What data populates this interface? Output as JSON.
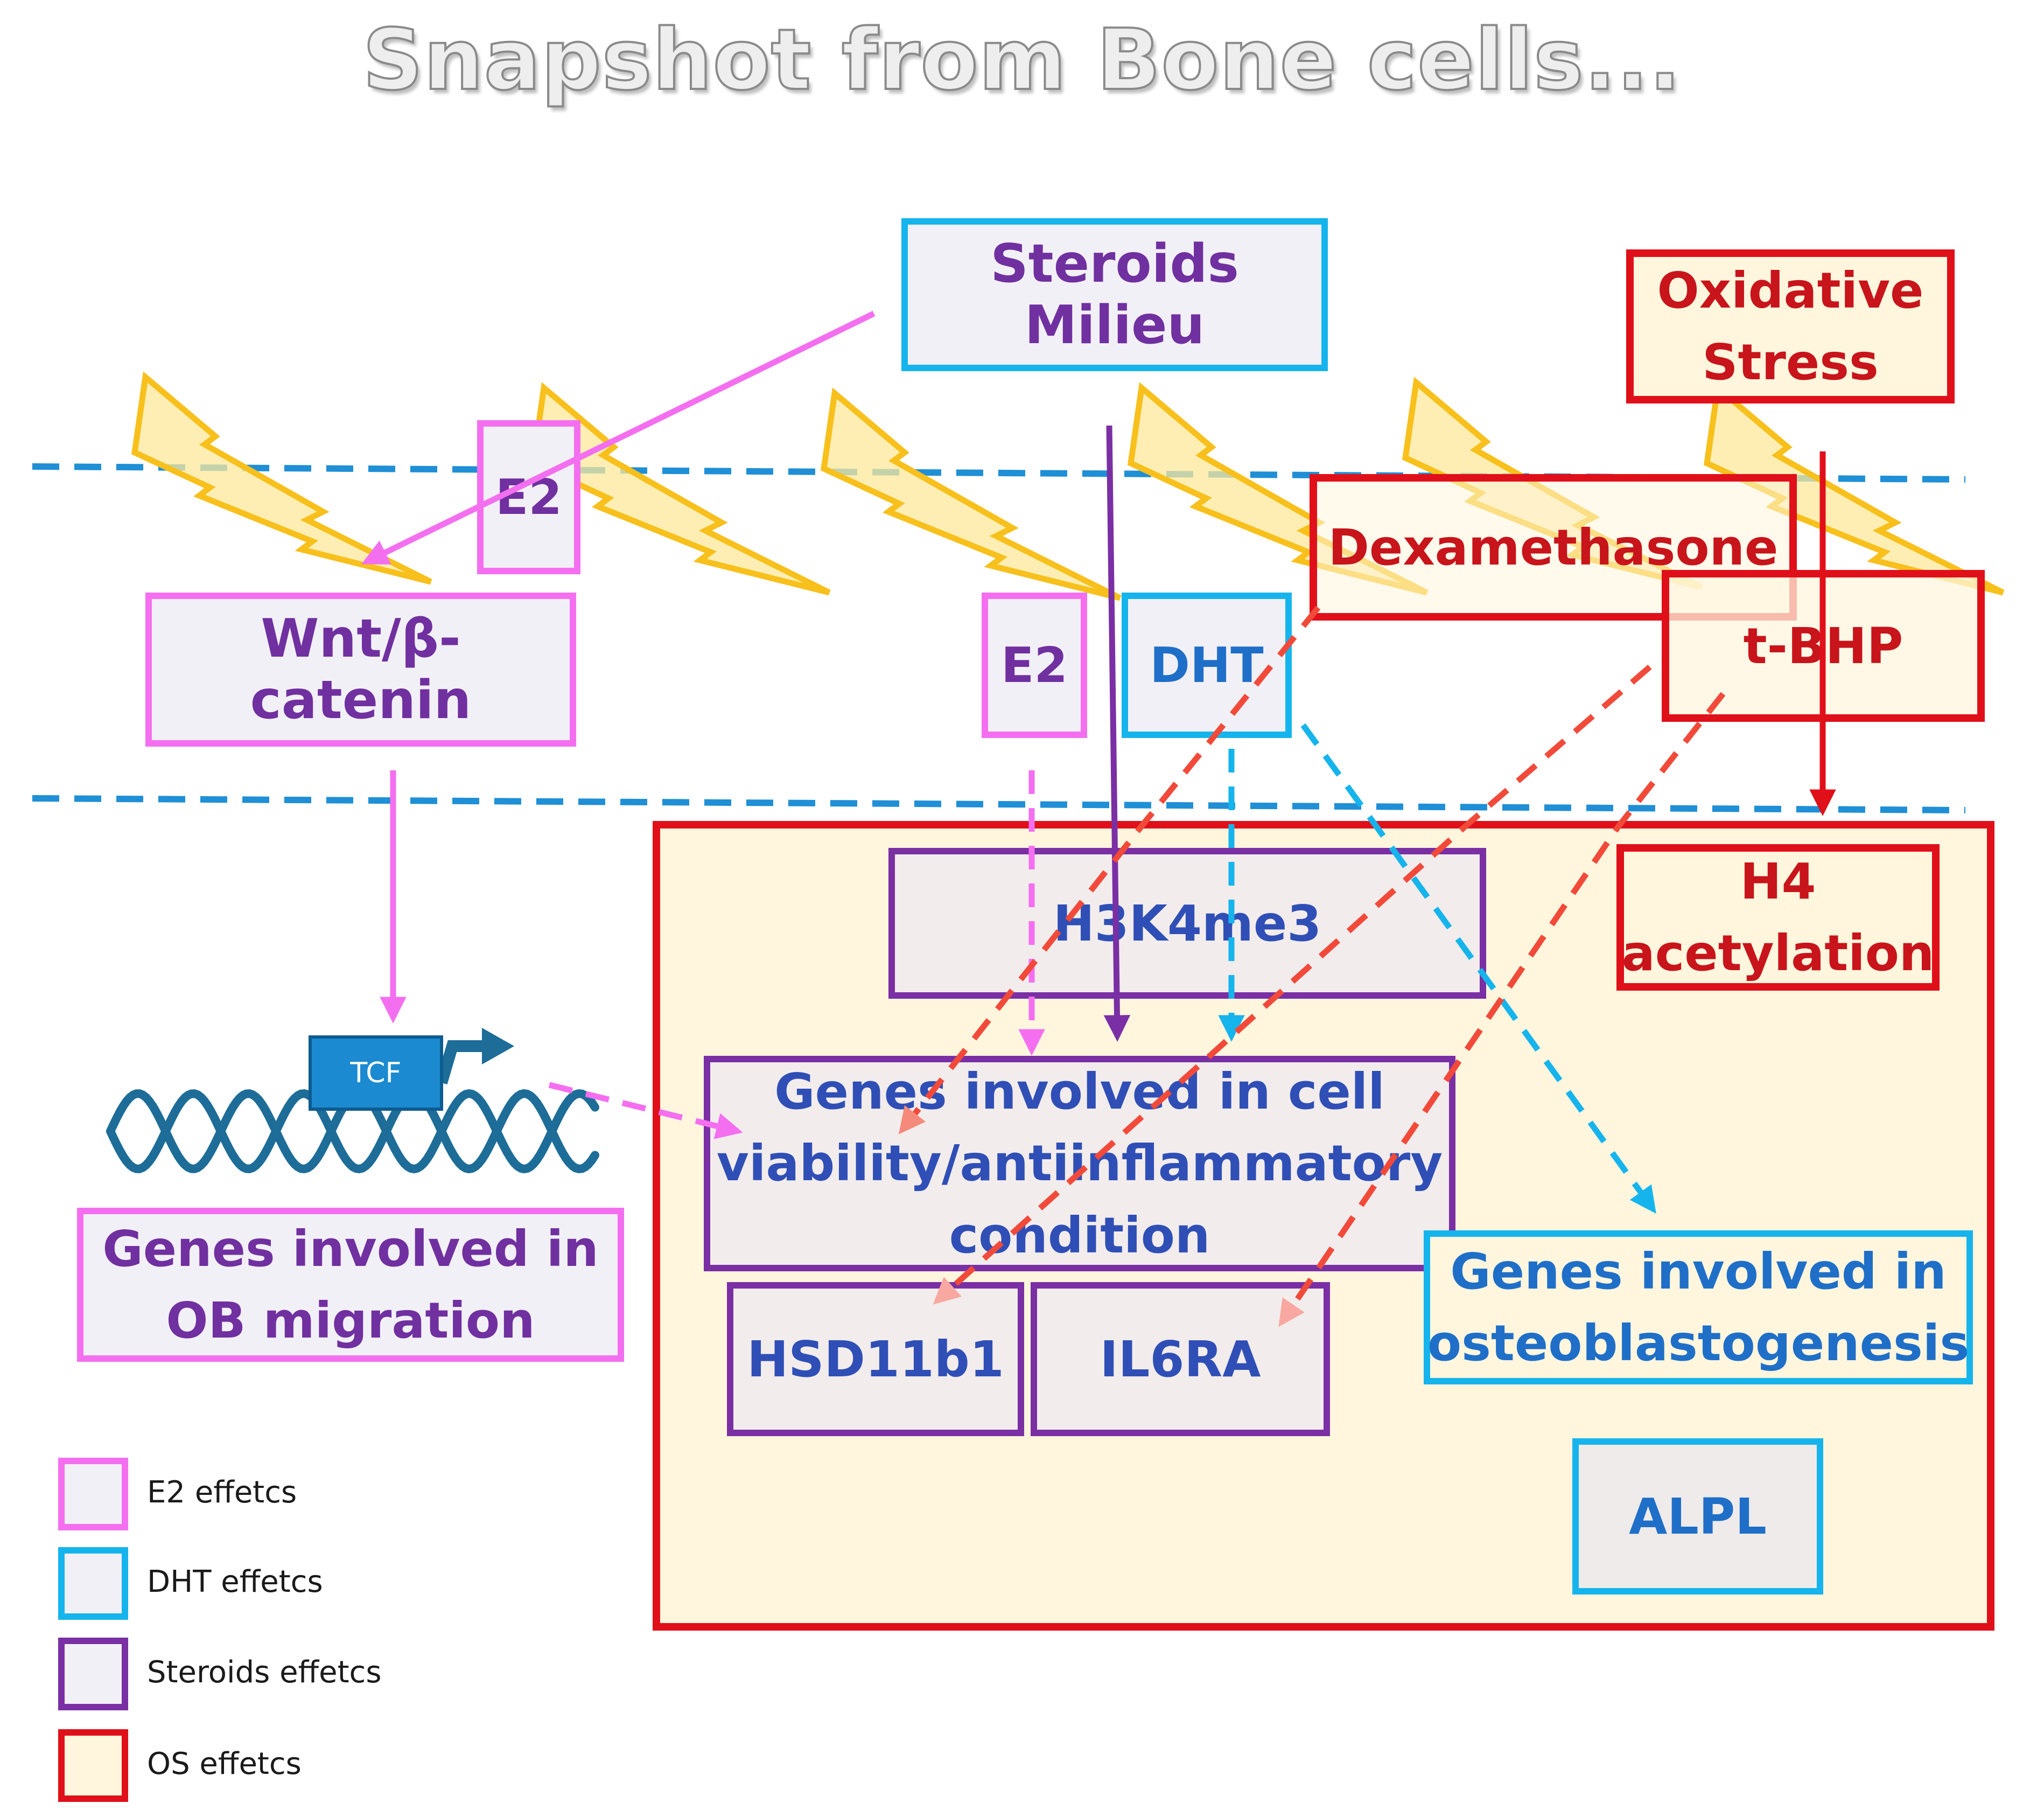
{
  "title": "Snapshot from Bone cells...",
  "nodes": {
    "steroids_milieu": "Steroids Milieu",
    "oxidative_stress": "Oxidative Stress",
    "e2_membrane": "E2",
    "wnt": "Wnt/β-catenin",
    "e2_inner": "E2",
    "dht": "DHT",
    "dexamethasone": "Dexamethasone",
    "tbhp": "t-BHP",
    "h3k4me3": "H3K4me3",
    "h4_acetylation": "H4 acetylation",
    "tcf": "TCF",
    "genes_ob_migration": "Genes involved in OB migration",
    "genes_viability": "Genes involved in cell viability/antiinflammatory condition",
    "hsd11b1": "HSD11b1",
    "il6ra": "IL6RA",
    "genes_osteoblastogenesis": "Genes involved in osteoblastogenesis",
    "alpl": "ALPL"
  },
  "legend": [
    {
      "label": "E2 effetcs",
      "color": "#f46ff0"
    },
    {
      "label": "DHT effetcs",
      "color": "#16b4ec"
    },
    {
      "label": "Steroids effetcs",
      "color": "#7a2fa4"
    },
    {
      "label": "OS effetcs",
      "color": "#e0101a"
    }
  ],
  "colors": {
    "e2": "#f46ff0",
    "dht": "#16b4ec",
    "steroids": "#7a2fa4",
    "os": "#e0101a",
    "membrane": "#1f8fd6",
    "lightning_fill": "#fde89a",
    "lightning_stroke": "#f8c01c",
    "nucleus_fill": "#fff6dd",
    "dna": "#1d6d98"
  }
}
